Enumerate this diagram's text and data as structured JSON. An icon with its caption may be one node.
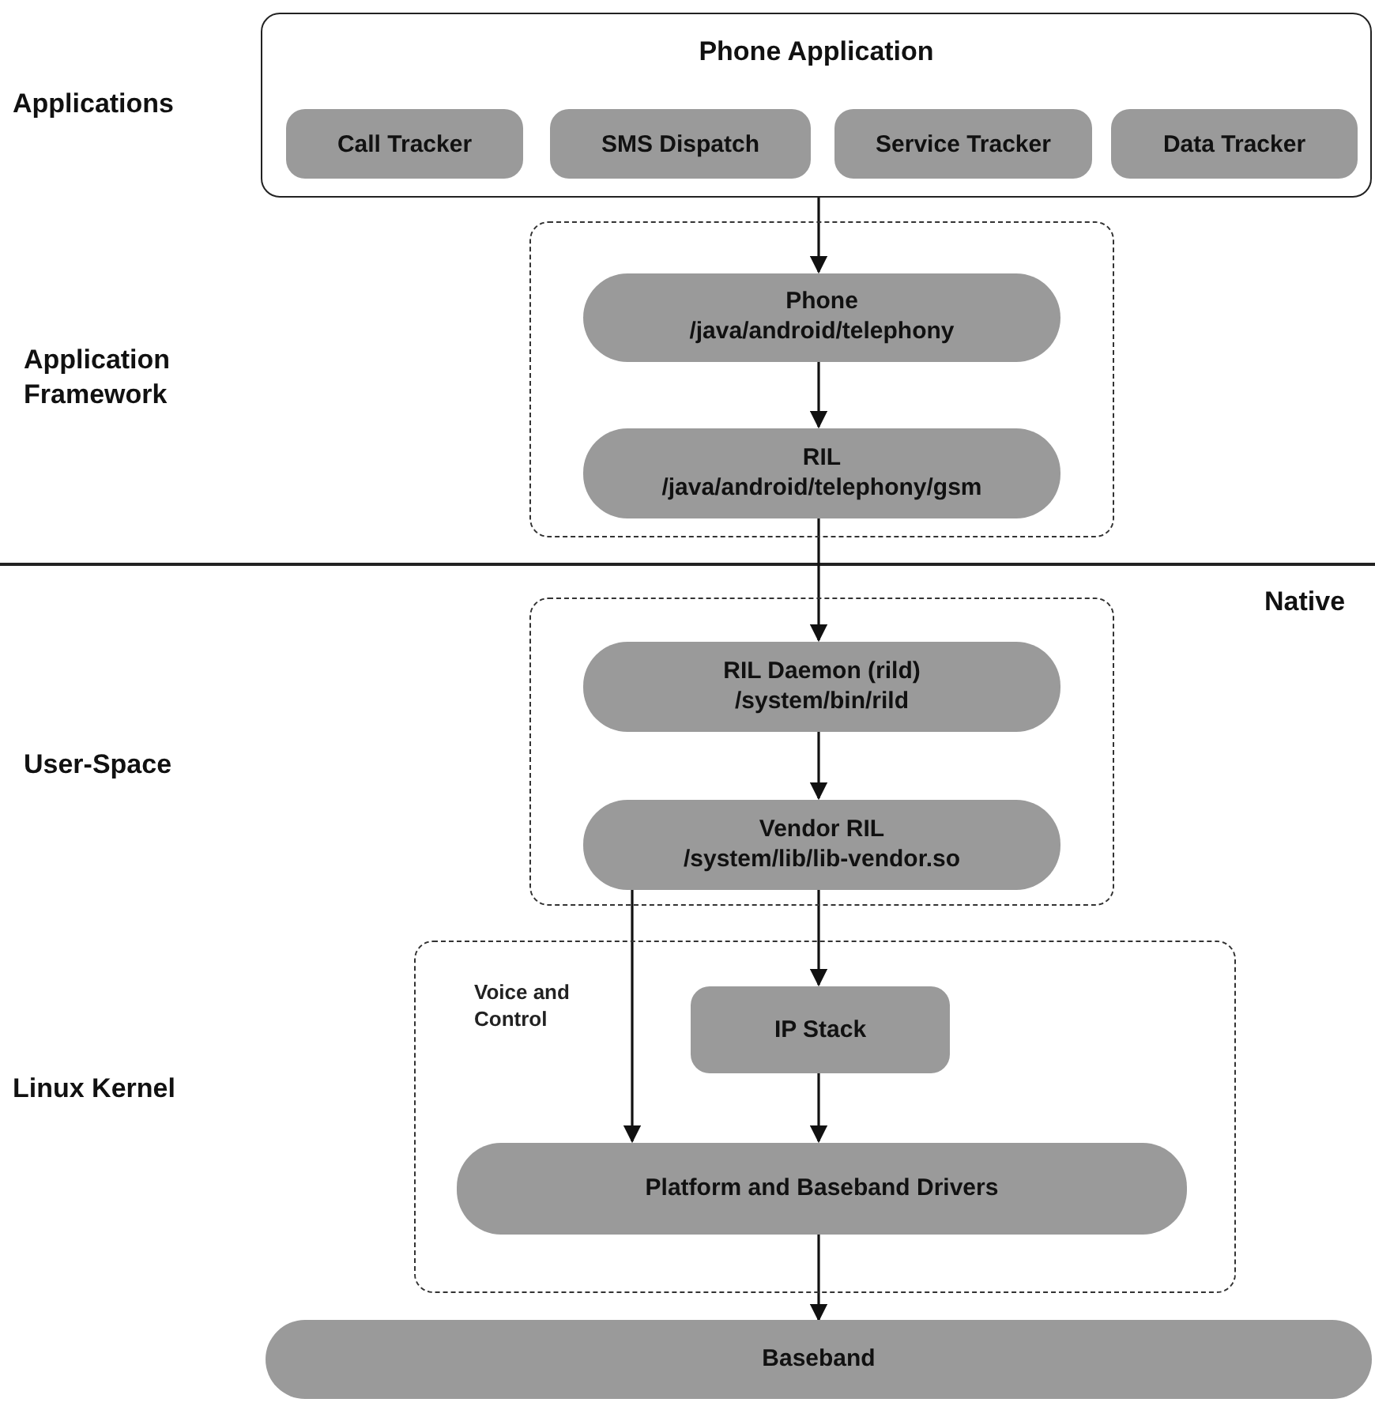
{
  "diagram": {
    "nodes": [
      {
        "text": [
          "Phone Application"
        ]
      },
      {
        "text": [
          "Call Tracker"
        ],
        "in": 0
      },
      {
        "text": [
          "SMS Dispatch"
        ],
        "in": 0
      },
      {
        "text": [
          "Service Tracker"
        ],
        "in": 0
      },
      {
        "text": [
          "Data Tracker"
        ],
        "in": 0
      },
      {
        "text": [],
        "shape": "box"
      },
      {
        "text": [
          "Phone",
          "/java/android/telephony"
        ],
        "in": 5
      },
      {
        "text": [
          "RIL",
          "/java/android/telephony/gsm"
        ],
        "in": 5
      },
      {
        "text": [],
        "shape": "box"
      },
      {
        "text": [
          "RIL Daemon (rild)",
          "/system/bin/rild"
        ],
        "in": 8
      },
      {
        "text": [
          "Vendor RIL",
          "/system/lib/lib-vendor.so"
        ],
        "in": 8
      },
      {
        "text": [],
        "shape": "box"
      },
      {
        "text": [
          "IP Stack"
        ],
        "in": 11
      },
      {
        "text": [
          "Platform and Baseband Drivers"
        ],
        "in": 11
      },
      {
        "text": [
          "Baseband"
        ]
      }
    ],
    "edges": [
      {
        "from": 0,
        "to": 6,
        "arrow": "to"
      },
      {
        "from": 6,
        "to": 7,
        "arrow": "to"
      },
      {
        "from": 7,
        "to": 9,
        "arrow": "to"
      },
      {
        "from": 9,
        "to": 10,
        "arrow": "to"
      },
      {
        "from": 10,
        "to": 13,
        "arrow": "to",
        "label": "Voice and Control"
      },
      {
        "from": 10,
        "to": 12,
        "arrow": "to"
      },
      {
        "from": 12,
        "to": 13,
        "arrow": "to"
      },
      {
        "from": 13,
        "to": 14,
        "arrow": "to"
      }
    ],
    "labels": [
      "Applications",
      "Application Framework",
      "User-Space",
      "Linux Kernel",
      "Native"
    ]
  }
}
